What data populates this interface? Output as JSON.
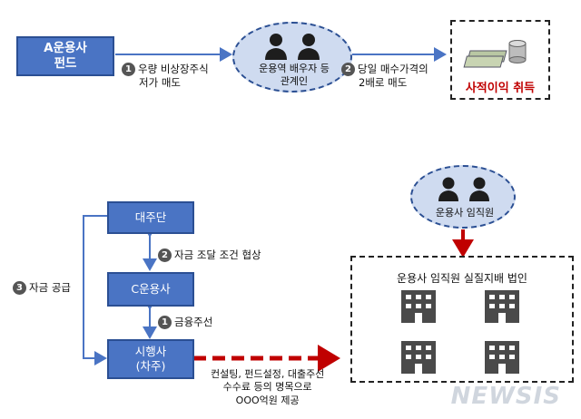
{
  "top": {
    "fund_a": {
      "line1": "A운용사",
      "line2": "펀드"
    },
    "step1": {
      "num": "1",
      "line1": "우량 비상장주식",
      "line2": "저가 매도"
    },
    "relatives": {
      "line1": "운용역 배우자 등",
      "line2": "관계인"
    },
    "step2": {
      "num": "2",
      "line1": "당일 매수가격의",
      "line2": "2배로 매도"
    },
    "result": "사적이익 취득"
  },
  "bottom": {
    "lender": "대주단",
    "step2": {
      "num": "2",
      "label": "자금 조달 조건 협상"
    },
    "asset_c": "C운용사",
    "step1": {
      "num": "1",
      "label": "금융주선"
    },
    "developer": {
      "line1": "시행사",
      "line2": "(차주)"
    },
    "step3": {
      "num": "3",
      "label": "자금 공급"
    },
    "executives": "운용사 임직원",
    "corp": "운용사 임직원 실질지배 법인",
    "fees": {
      "line1": "컨설팅, 펀드설정, 대출주선",
      "line2": "수수료 등의 명목으로",
      "line3": "OOO억원 제공"
    }
  },
  "watermark": "NEWSIS",
  "colors": {
    "box_blue": "#4a74c4",
    "ellipse_fill": "#cfdbf0",
    "accent_red": "#c00000"
  }
}
